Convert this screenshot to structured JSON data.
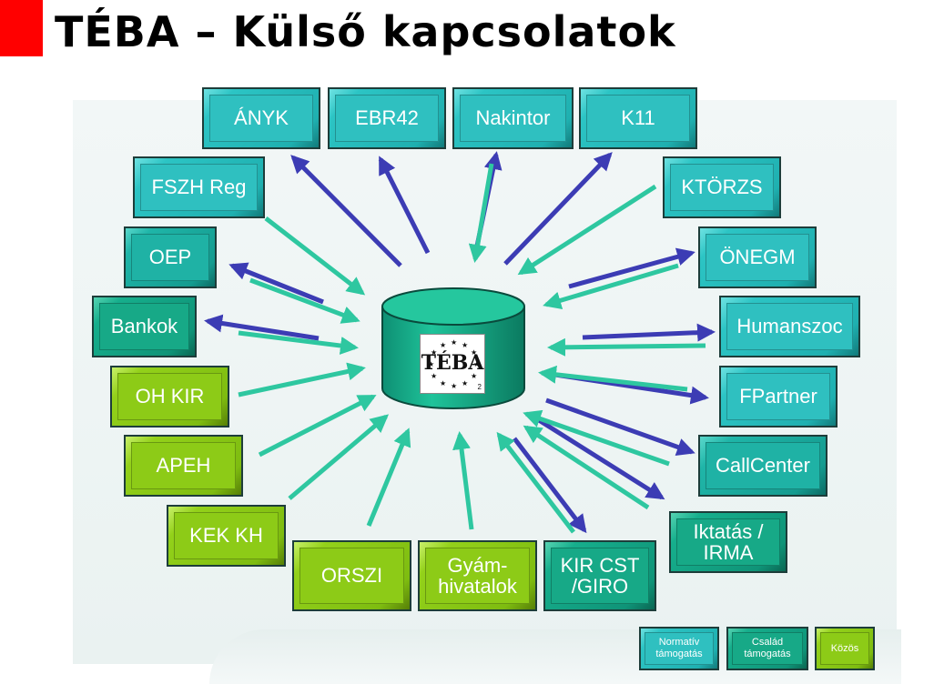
{
  "title": "TÉBA – Külső kapcsolatok",
  "center_logo": {
    "text": "TÉBA",
    "sub": "2"
  },
  "nodes": {
    "anyk": "ÁNYK",
    "ebr42": "EBR42",
    "nakintor": "Nakintor",
    "k11": "K11",
    "fszh_reg": "FSZH Reg",
    "ktorzs": "KTÖRZS",
    "oep": "OEP",
    "onegm": "ÖNEGM",
    "bankok": "Bankok",
    "humanszoc": "Humanszoc",
    "oh_kir": "OH KIR",
    "fpartner": "FPartner",
    "apeh": "APEH",
    "callcenter": "CallCenter",
    "kek_kh": "KEK KH",
    "iktatas": "Iktatás /\nIRMA",
    "orszi": "ORSZI",
    "gyamhivatalok": "Gyám-\nhivatalok",
    "kir_cst": "KIR CST\n/GIRO"
  },
  "legend": {
    "normativ": "Normatív\ntámogatás",
    "csalad": "Család\ntámogatás",
    "kozos": "Közös"
  },
  "colors": {
    "arrow_green": "#2ec7a0",
    "arrow_blue": "#3c3cb4",
    "teal": "#2cc4c4",
    "green": "#16ae8c",
    "lime": "#93d11a"
  }
}
